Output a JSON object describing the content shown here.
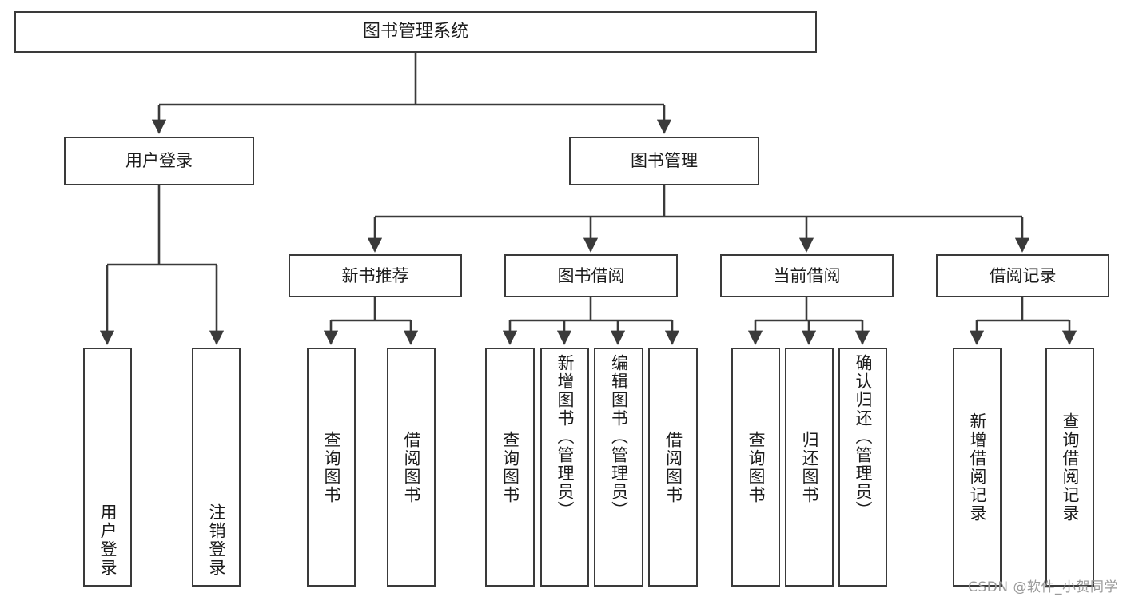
{
  "diagram": {
    "type": "tree",
    "title": "图书管理系统",
    "colors": {
      "border": "#3a3a3a",
      "fill": "#ffffff",
      "text": "#1c1c1c",
      "connector": "#3a3a3a",
      "watermark": "#9a9a9a",
      "background": "#ffffff"
    },
    "root": {
      "label": "图书管理系统"
    },
    "level2": [
      {
        "label": "用户登录"
      },
      {
        "label": "图书管理"
      }
    ],
    "level3": [
      {
        "label": "新书推荐"
      },
      {
        "label": "图书借阅"
      },
      {
        "label": "当前借阅"
      },
      {
        "label": "借阅记录"
      }
    ],
    "leaves": {
      "user_login": [
        {
          "label": "用户登录"
        },
        {
          "label": "注销登录"
        }
      ],
      "new_book_recommend": [
        {
          "label": "查询图书"
        },
        {
          "label": "借阅图书"
        }
      ],
      "book_borrow": [
        {
          "label": "查询图书"
        },
        {
          "label": "新增图书（管理员）"
        },
        {
          "label": "编辑图书（管理员）"
        },
        {
          "label": "借阅图书"
        }
      ],
      "current_borrow": [
        {
          "label": "查询图书"
        },
        {
          "label": "归还图书"
        },
        {
          "label": "确认归还（管理员）"
        }
      ],
      "borrow_record": [
        {
          "label": "新增借阅记录"
        },
        {
          "label": "查询借阅记录"
        }
      ]
    }
  },
  "watermark": {
    "text": "CSDN @软件_小贺同学"
  }
}
